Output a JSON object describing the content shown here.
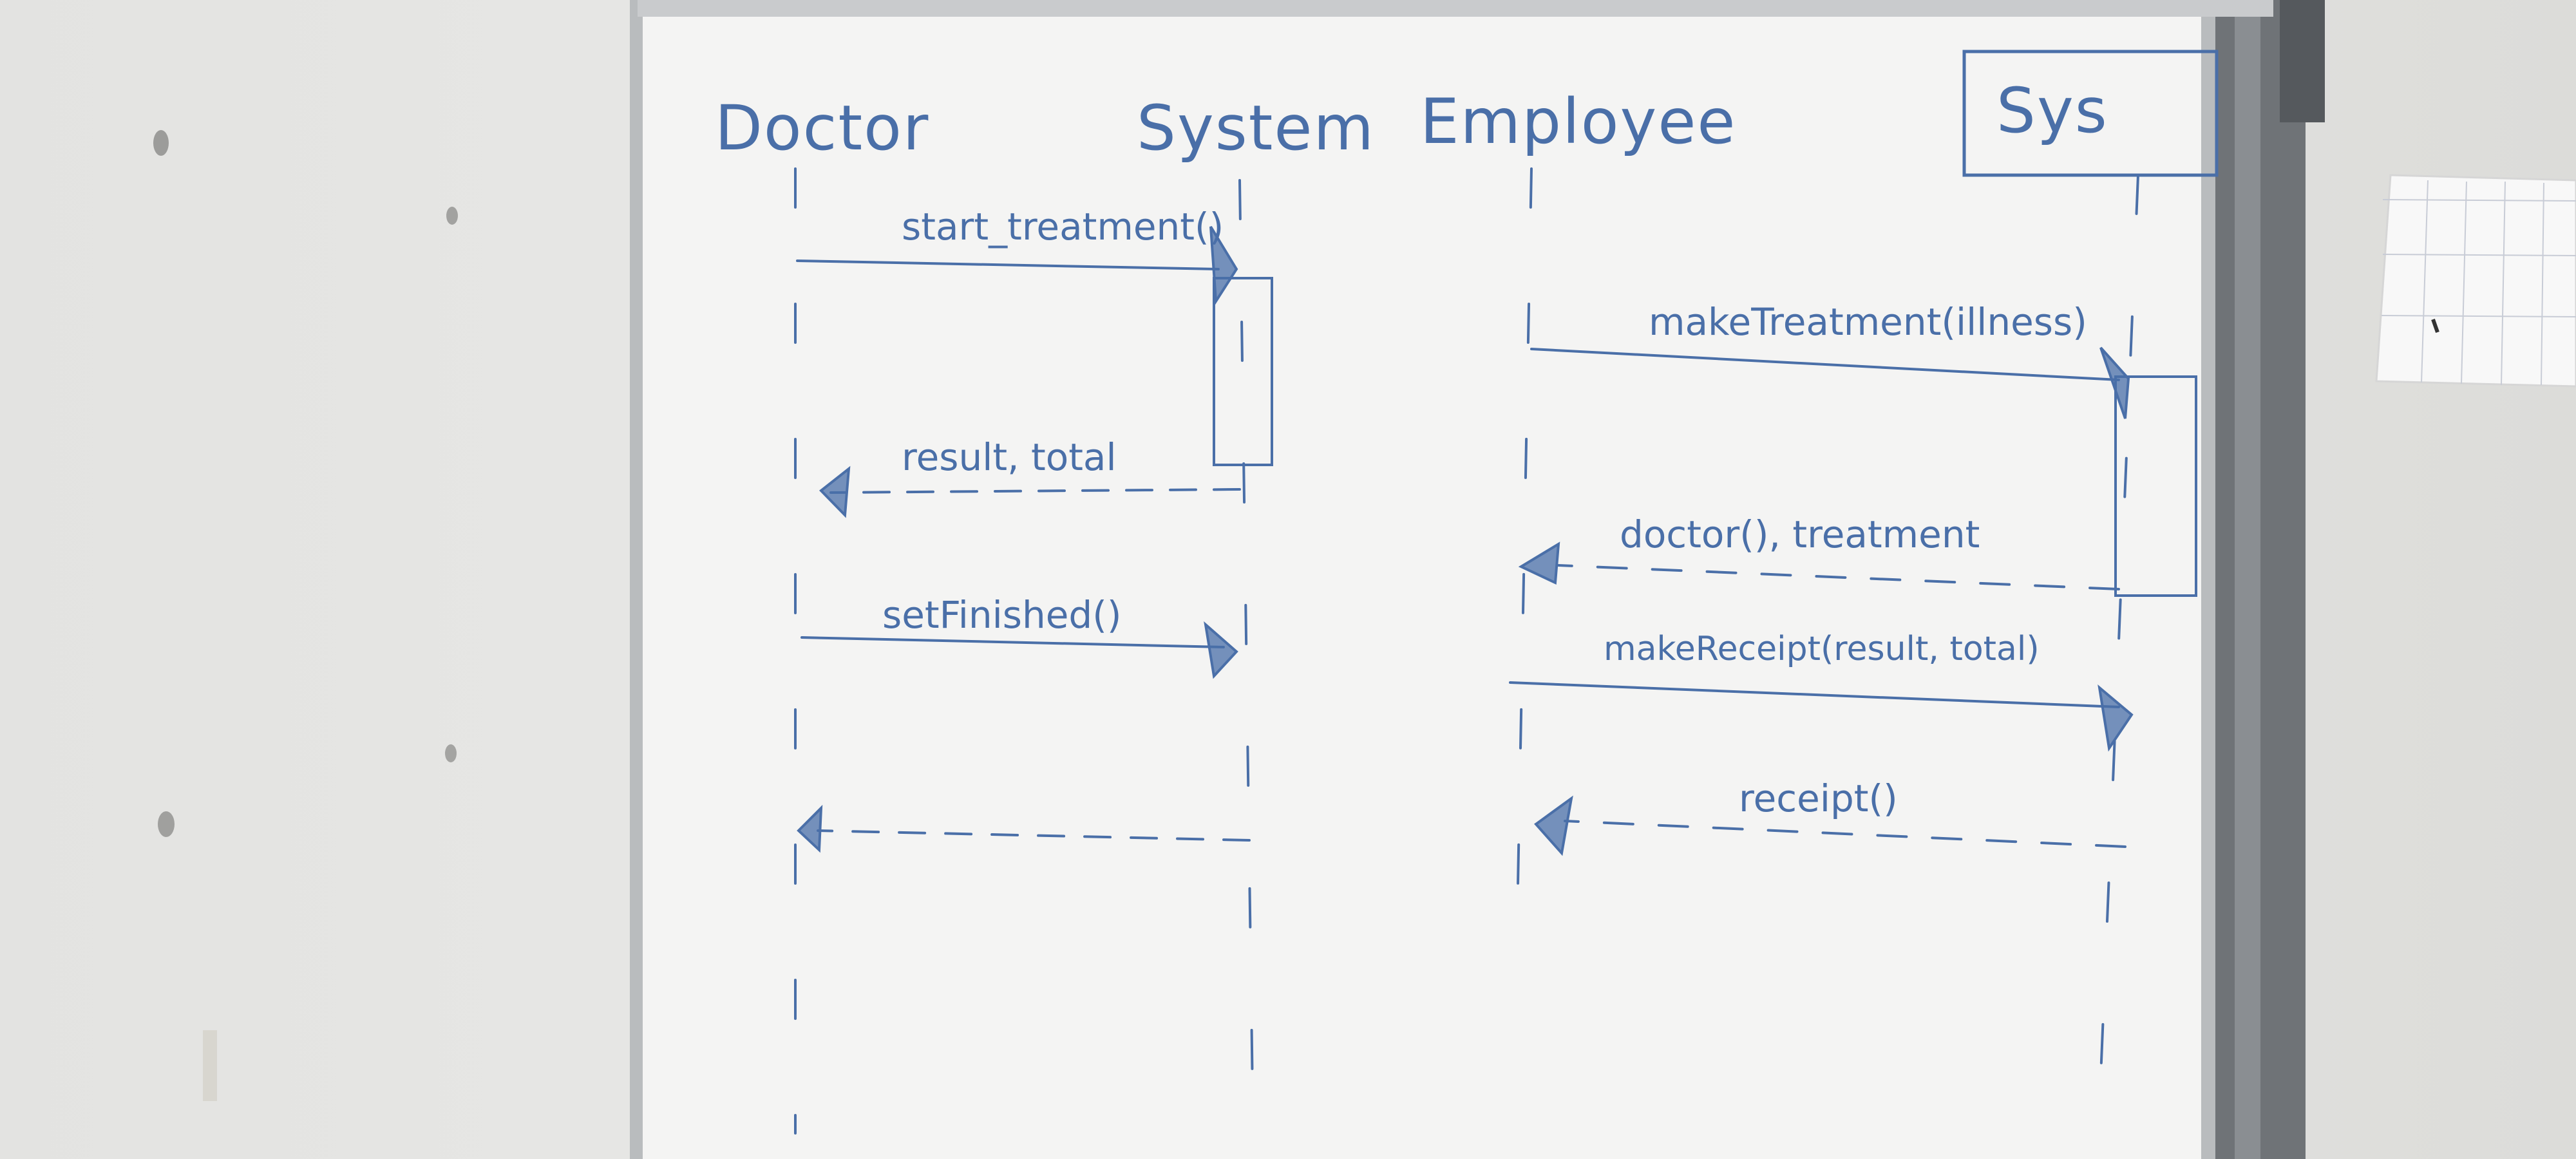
{
  "diagram": {
    "lifelines": {
      "doctor": "Doctor",
      "system": "System",
      "employee": "Employee",
      "sys": "Sys"
    },
    "messages": {
      "start_treatment": "start_treatment()",
      "result_total": "result, total",
      "set_finished": "setFinished()",
      "make_treatment": "makeTreatment(illness)",
      "doctor_treatment": "doctor(), treatment",
      "make_receipt": "makeReceipt(result, total)",
      "receipt": "receipt()"
    }
  },
  "colors": {
    "ink": "#4a6fa8",
    "board": "#f4f4f3",
    "frame": "#b9bcbe",
    "wall": "#e6e6e4"
  }
}
